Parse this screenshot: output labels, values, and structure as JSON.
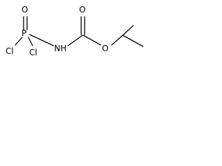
{
  "atoms": {
    "phosphorus_oxygen": "O",
    "phosphorus": "P",
    "chlorine_left": "Cl",
    "chlorine_right": "Cl",
    "nitrogen_hydrogen": "NH",
    "carbonyl_oxygen": "O",
    "ester_oxygen": "O"
  }
}
